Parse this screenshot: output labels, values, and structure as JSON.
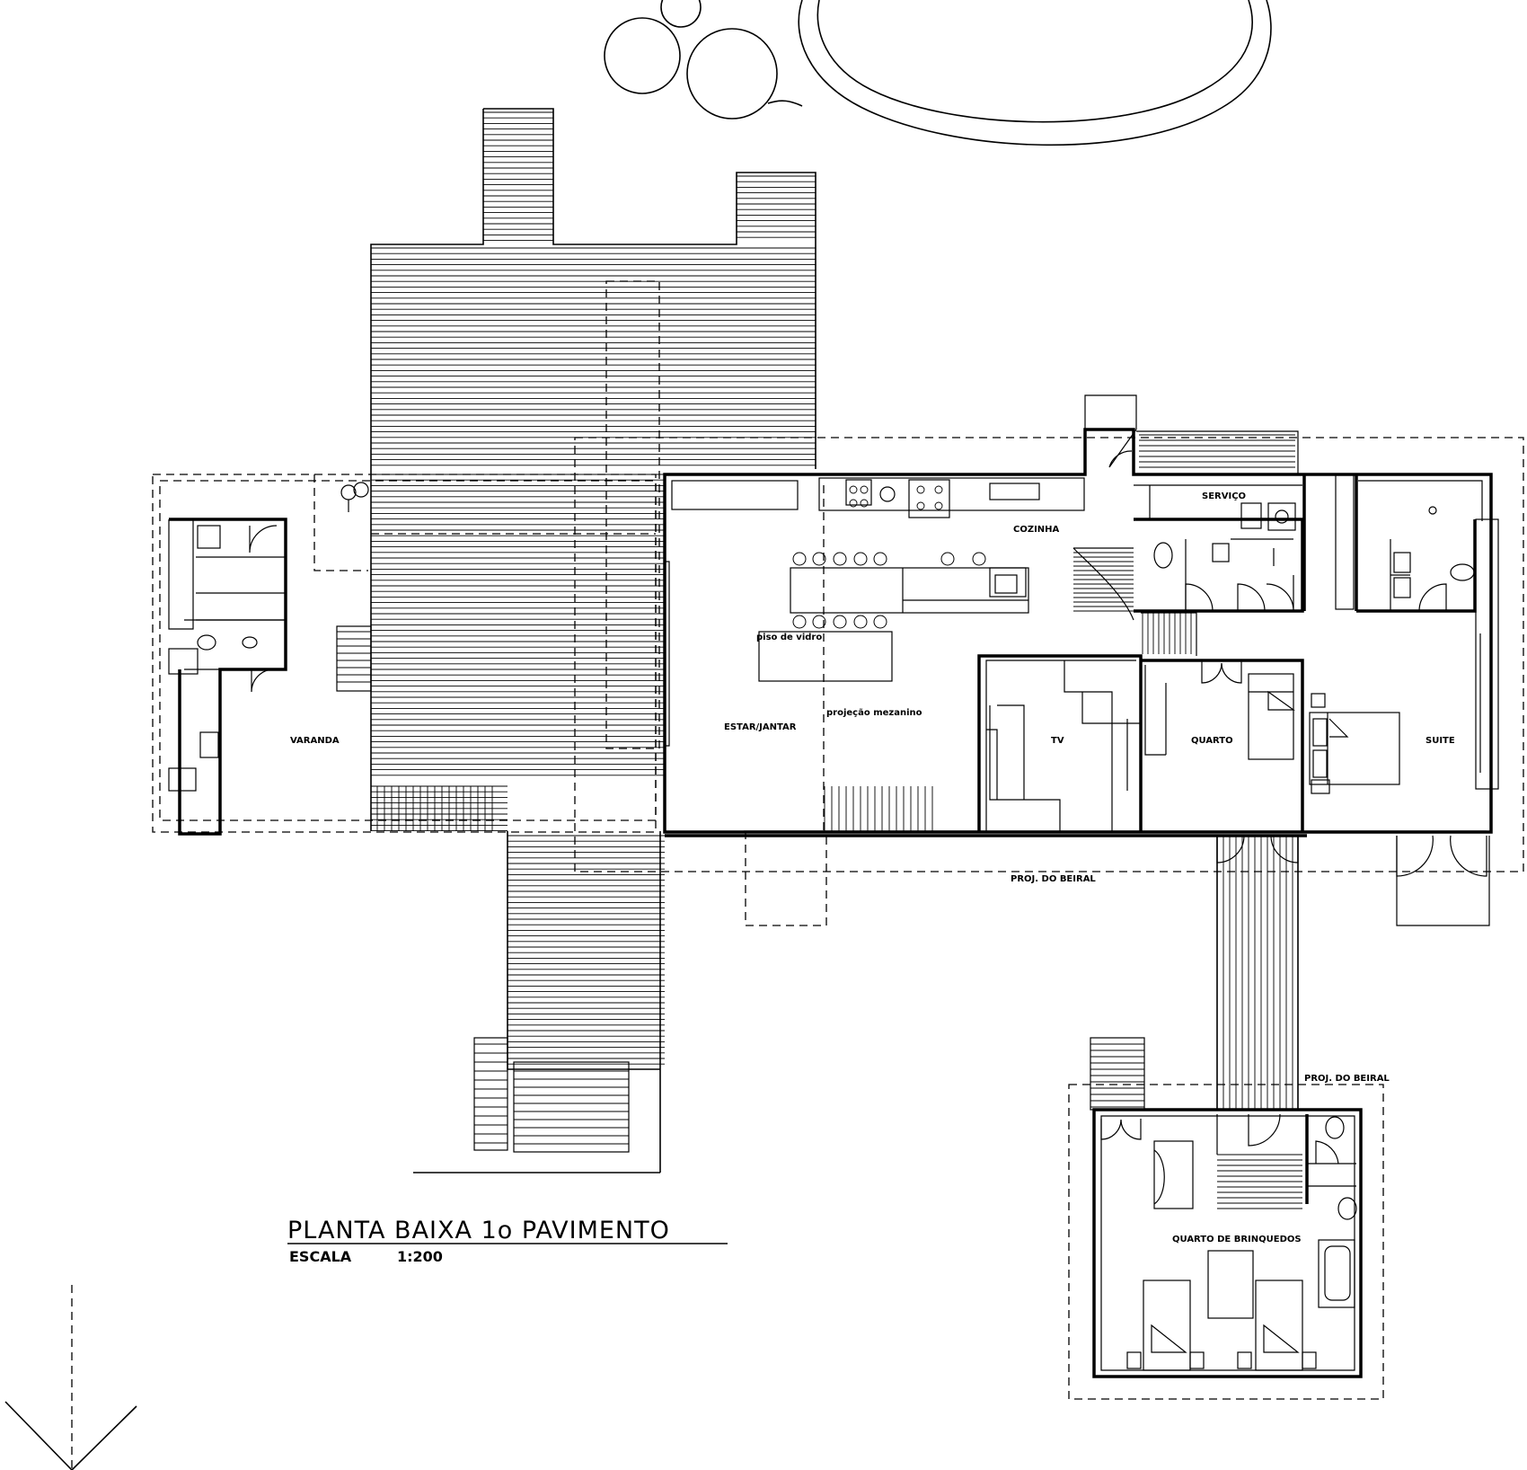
{
  "title": "PLANTA BAIXA 1o PAVIMENTO",
  "scale_label": "ESCALA",
  "scale_value": "1:200",
  "rooms": {
    "varanda": "VARANDA",
    "estar_jantar": "ESTAR/JANTAR",
    "cozinha": "COZINHA",
    "servico": "SERVIÇO",
    "tv": "TV",
    "quarto": "QUARTO",
    "suite": "SUITE",
    "quarto_brinquedos": "QUARTO DE BRINQUEDOS"
  },
  "notes": {
    "piso_vidro": "piso de vidro",
    "projecao_mezanino": "projeção mezanino",
    "proj_beiral_1": "PROJ. DO BEIRAL",
    "proj_beiral_2": "PROJ. DO BEIRAL"
  }
}
